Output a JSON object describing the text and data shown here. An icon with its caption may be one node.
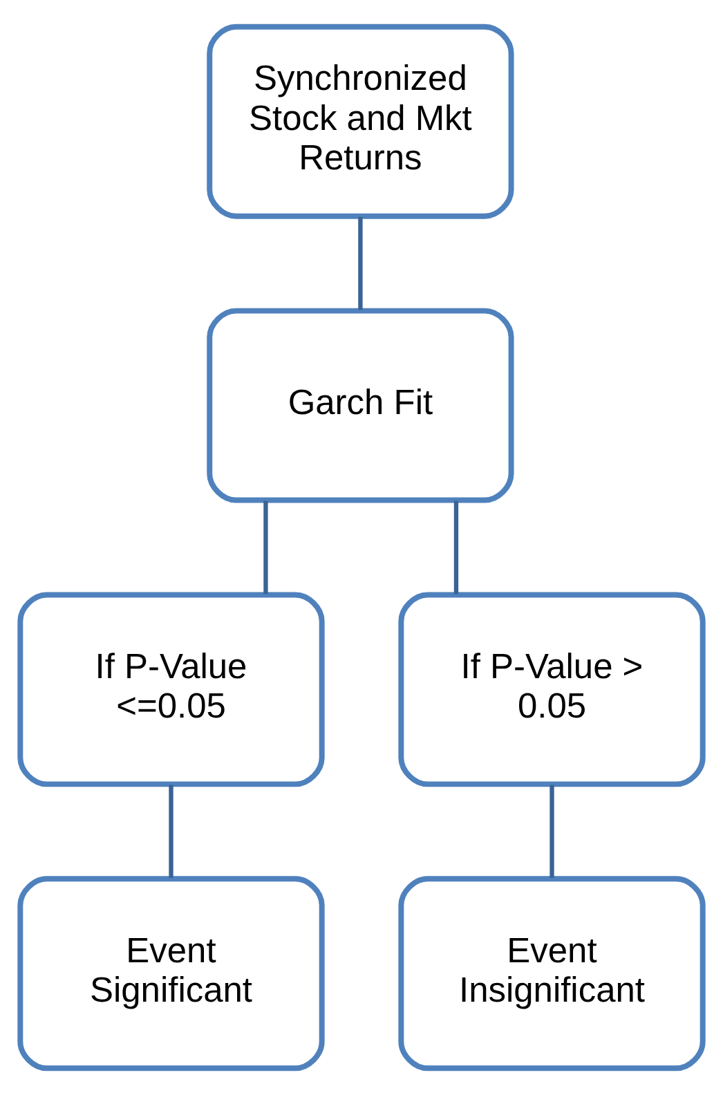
{
  "diagram": {
    "nodes": [
      {
        "text": [
          "Synchronized Stock and Mkt Returns"
        ]
      },
      {
        "text": [
          "Garch Fit"
        ]
      },
      {
        "text": [
          "If P-Value <=0.05"
        ]
      },
      {
        "text": [
          "If P-Value > 0.05"
        ]
      },
      {
        "text": [
          "Event Significant"
        ]
      },
      {
        "text": [
          "Event Insignificant"
        ]
      }
    ],
    "edges": [
      {
        "from": 0,
        "to": 1,
        "arrow": "none"
      },
      {
        "from": 1,
        "to": 2,
        "arrow": "none"
      },
      {
        "from": 1,
        "to": 3,
        "arrow": "none"
      },
      {
        "from": 2,
        "to": 4,
        "arrow": "none"
      },
      {
        "from": 3,
        "to": 5,
        "arrow": "none"
      }
    ]
  }
}
